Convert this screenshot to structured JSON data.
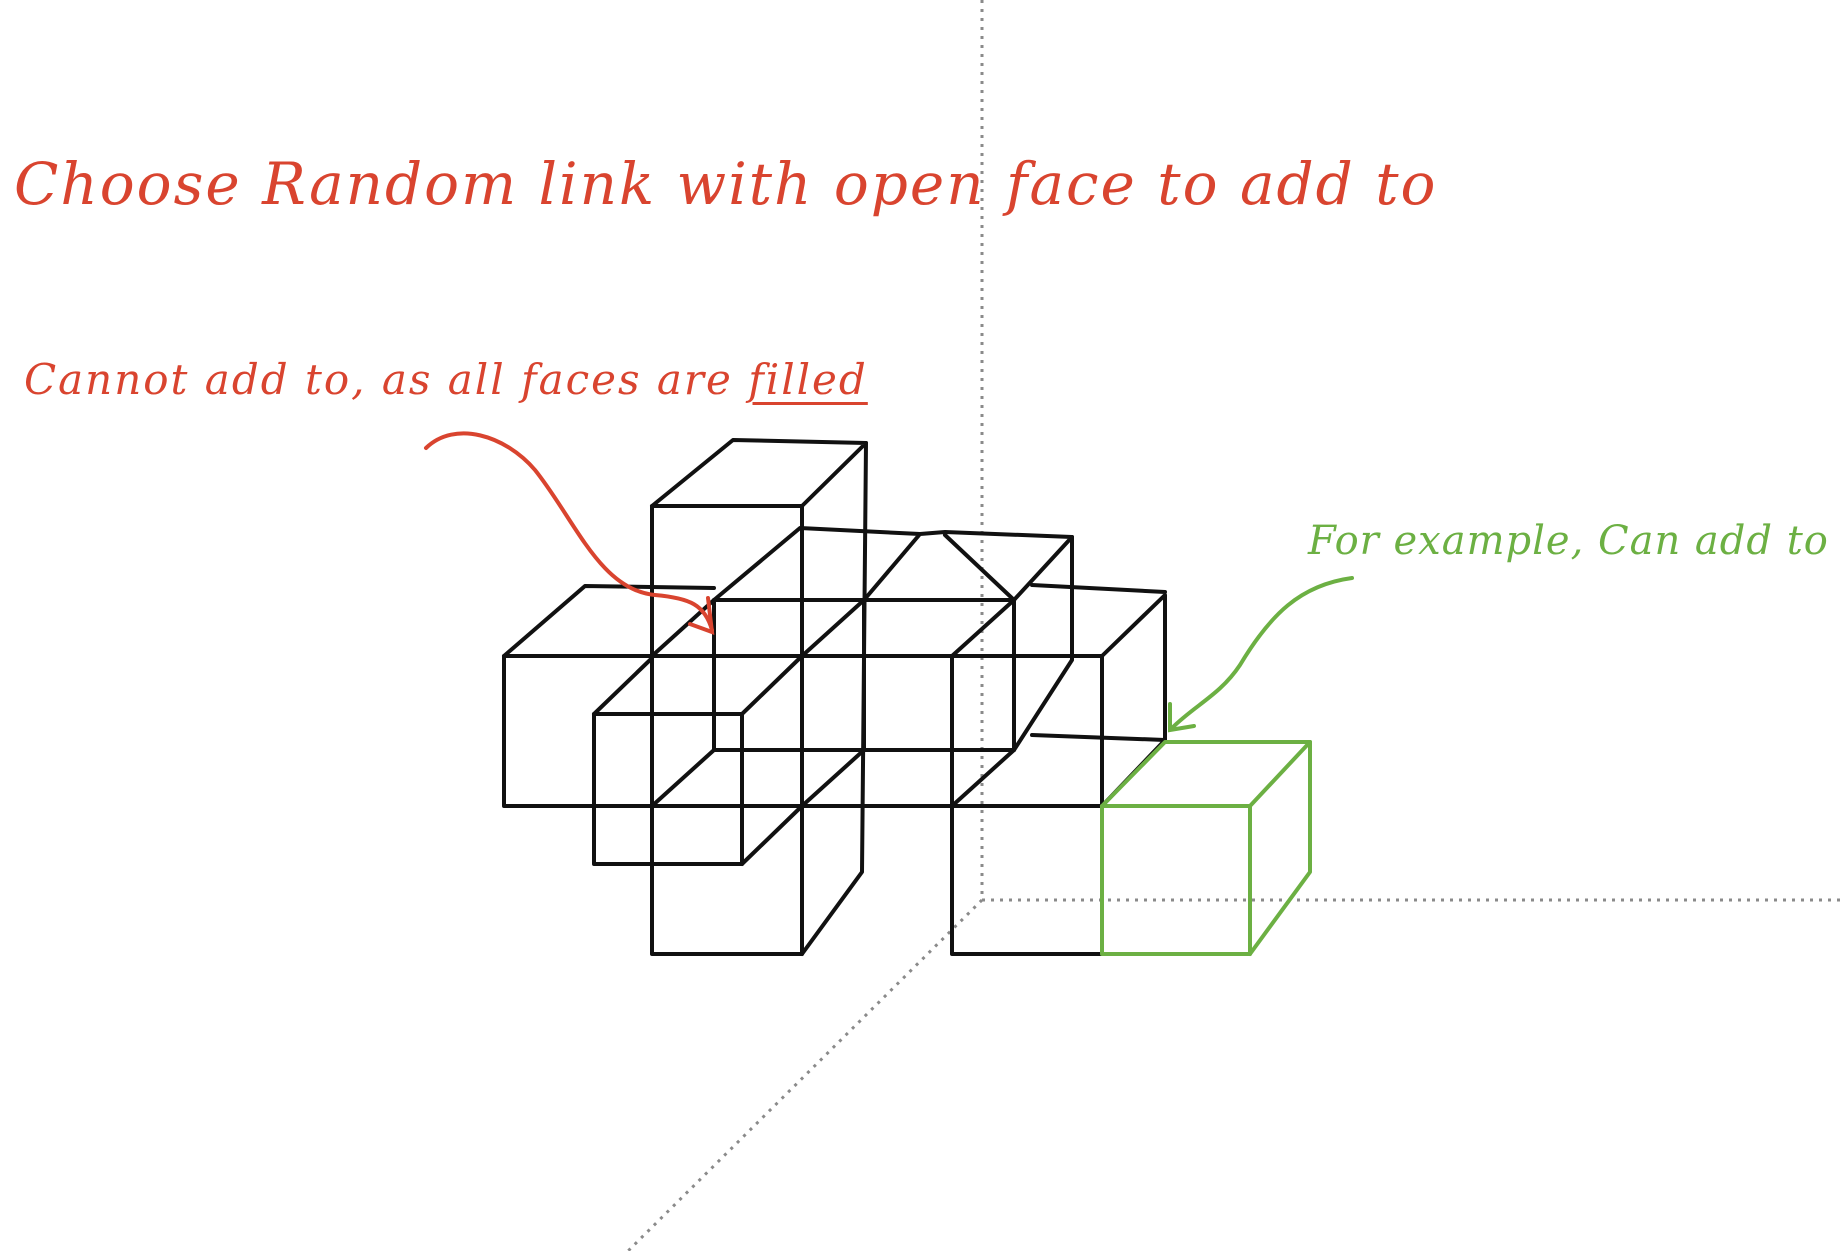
{
  "annotations": {
    "title": "Choose Random link with open face to add to",
    "red_note_prefix": "Cannot add to, as all faces are ",
    "red_note_emphasis": "filled",
    "green_note": "For example, Can add to"
  },
  "colors": {
    "background": "#ffffff",
    "ink": "#111111",
    "red": "#d9442f",
    "green": "#6cb043",
    "axis": "#8a8a8a"
  }
}
